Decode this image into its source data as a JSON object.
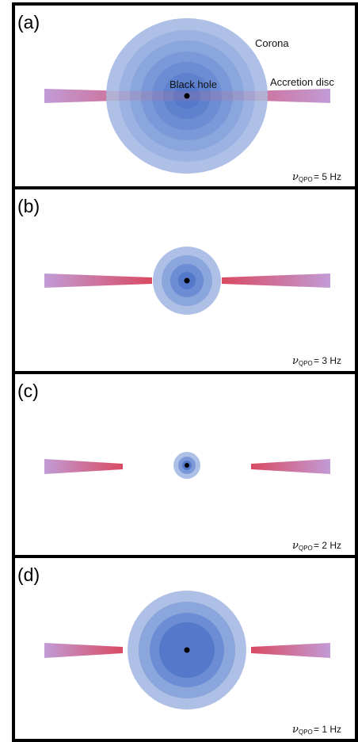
{
  "figure": {
    "panels": [
      {
        "label": "(a)",
        "frequency_value": "= 5 Hz",
        "annotations": {
          "corona": "Corona",
          "black_hole": "Black hole",
          "accretion_disc": "Accretion disc"
        }
      },
      {
        "label": "(b)",
        "frequency_value": "= 3 Hz"
      },
      {
        "label": "(c)",
        "frequency_value": "= 2 Hz"
      },
      {
        "label": "(d)",
        "frequency_value": "= 1 Hz"
      }
    ],
    "frequency_symbol": "ν",
    "frequency_subscript": "QPO",
    "colors": {
      "corona_rings": [
        "#aec0e6",
        "#9cb2e2",
        "#8ba5dd",
        "#7b98d8",
        "#6c8cd3",
        "#5f82ce",
        "#5478ca"
      ],
      "disc_inner": "#d94a62",
      "disc_outer": "#c29bd6",
      "black_hole": "#000000",
      "frame": "#000000"
    }
  }
}
